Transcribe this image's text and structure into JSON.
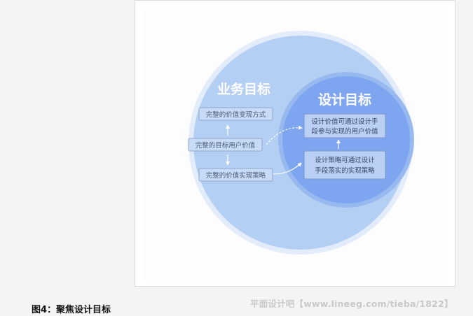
{
  "diagram": {
    "outer_title": "业务目标",
    "inner_title": "设计目标",
    "left_boxes": [
      "完整的价值变现方式",
      "完整的目标用户价值",
      "完整的价值实现策略"
    ],
    "right_boxes": [
      [
        "设计价值可通过设计手",
        "段参与实现的用户价值"
      ],
      [
        "设计策略可通过设计",
        "手段落实的实现策略"
      ]
    ],
    "colors": {
      "outer_halo": "#e3ecfb",
      "outer_circle": "#b3cff4",
      "inner_halo": "#98b9f0",
      "inner_circle": "#7ea5ef",
      "box_fill": "#c8dbf6",
      "box_stroke": "#8fa8cc",
      "arrow": "#ffffff"
    }
  },
  "caption": "图4：聚焦设计目标",
  "watermark": "平面设计吧【www.lineeg.com/tieba/1822】"
}
